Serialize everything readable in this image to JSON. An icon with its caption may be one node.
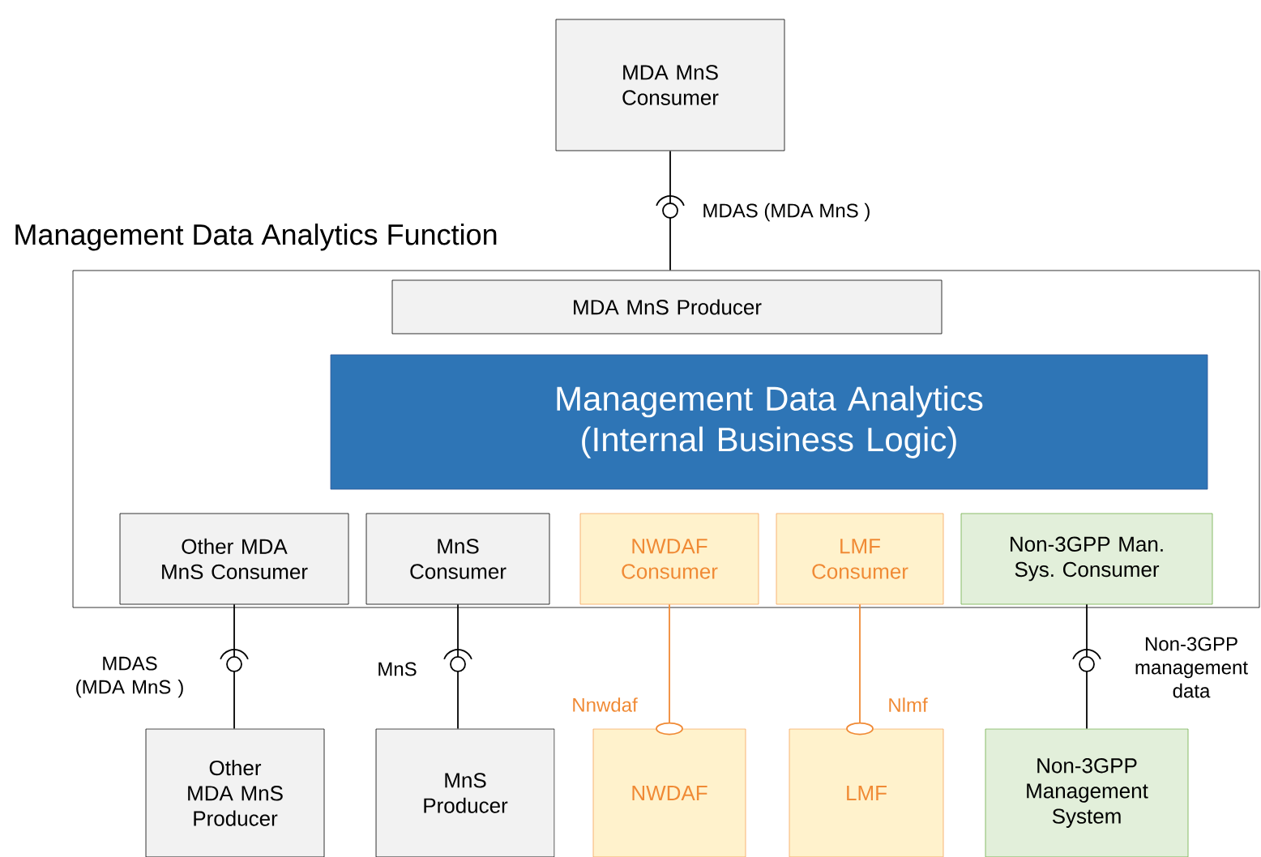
{
  "diagram": {
    "nodes": [
      {
        "text": [
          "MDA MnS Consumer"
        ]
      },
      {
        "text": [
          "Management Data Analytics Function"
        ]
      },
      {
        "text": [
          "MDA MnS Producer"
        ],
        "in": 1
      },
      {
        "text": [
          "Management Data Analytics (Internal Business Logic)"
        ],
        "in": 1
      },
      {
        "text": [
          "Other MDA MnS Consumer"
        ],
        "in": 1
      },
      {
        "text": [
          "MnS Consumer"
        ],
        "in": 1
      },
      {
        "text": [
          "NWDAF Consumer"
        ],
        "in": 1
      },
      {
        "text": [
          "LMF Consumer"
        ],
        "in": 1
      },
      {
        "text": [
          "Non-3GPP Man. Sys. Consumer"
        ],
        "in": 1
      },
      {
        "text": [
          "Other MDA MnS Producer"
        ]
      },
      {
        "text": [
          "MnS Producer"
        ]
      },
      {
        "text": [
          "NWDAF"
        ]
      },
      {
        "text": [
          "LMF"
        ]
      },
      {
        "text": [
          "Non-3GPP Management System"
        ]
      }
    ],
    "edges": [
      {
        "from": 0,
        "to": 1,
        "arrow": "none",
        "label": "MDAS (MDA MnS )"
      },
      {
        "from": 4,
        "to": 9,
        "arrow": "none",
        "label": "MDAS (MDA MnS )"
      },
      {
        "from": 5,
        "to": 10,
        "arrow": "none",
        "label": "MnS"
      },
      {
        "from": 6,
        "to": 11,
        "arrow": "other",
        "label": "Nnwdaf",
        "color": "#f08a35"
      },
      {
        "from": 7,
        "to": 12,
        "arrow": "other",
        "label": "Nlmf",
        "color": "#f08a35"
      },
      {
        "from": 8,
        "to": 13,
        "arrow": "none",
        "label": "Non-3GPP management data"
      }
    ]
  }
}
